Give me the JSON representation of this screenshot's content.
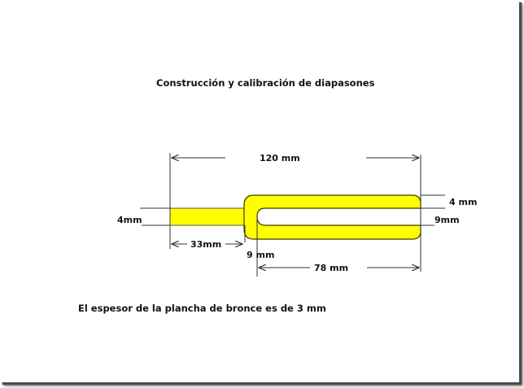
{
  "title": "Construcción y calibración de diapasones",
  "note": "El espesor de la plancha de bronce es de 3 mm",
  "colors": {
    "fill": "#ffff00",
    "outline": "#3a3a00",
    "dimension_line": "#333333",
    "text": "#111111",
    "background": "#ffffff"
  },
  "dimensions": {
    "total_length": "120 mm",
    "handle_length": "33mm",
    "prong_length": "78 mm",
    "handle_width": "4mm",
    "prong_width": "4 mm",
    "slot_width": "9mm",
    "base_offset": "9 mm"
  }
}
